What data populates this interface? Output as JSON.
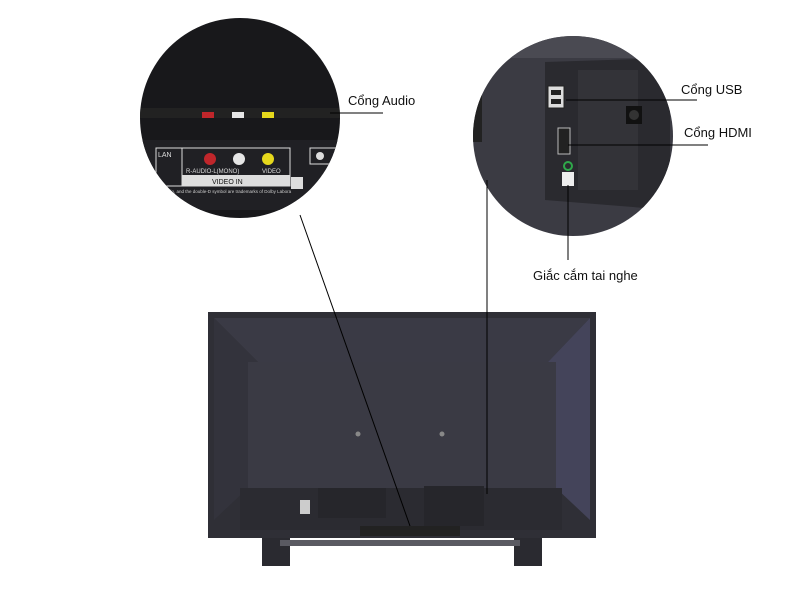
{
  "callouts": {
    "audio": "Cổng Audio",
    "usb": "Cổng USB",
    "hdmi": "Cổng HDMI",
    "headphone": "Giắc cắm tai nghe"
  },
  "panel_text": {
    "lan": "LAN",
    "audio_jacks": "R-AUDIO-L(MONO)",
    "video": "VIDEO",
    "video_in": "VIDEO IN",
    "dolby": "Dolby Audio, and the double-D symbol are trademarks of Dolby Labora"
  },
  "colors": {
    "tv_body": "#2f2f36",
    "tv_back": "#3a3a44",
    "jack_red": "#c0262b",
    "jack_white": "#e6e6e6",
    "jack_yellow": "#e6d81c",
    "jack_green": "#2fa84a"
  }
}
